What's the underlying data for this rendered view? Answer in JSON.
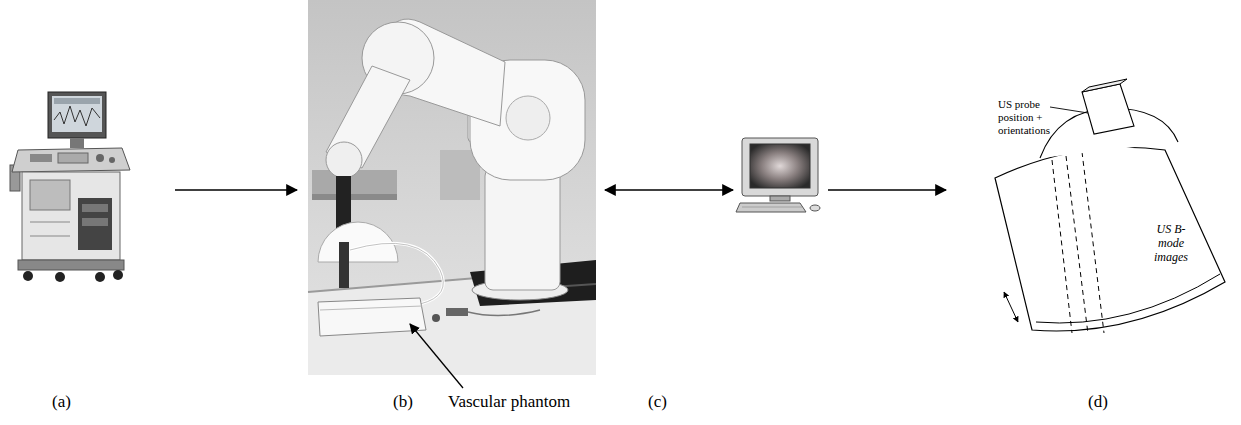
{
  "diagram": {
    "nodes": [
      {
        "text": [
          "(a)"
        ]
      },
      {
        "text": [
          "(b)"
        ]
      },
      {
        "text": [
          "(c)"
        ]
      },
      {
        "text": [
          "(d)"
        ]
      }
    ],
    "edges": [
      {
        "from": 0,
        "to": 1,
        "arrow": "to"
      },
      {
        "from": 1,
        "to": 2,
        "arrow": "both"
      },
      {
        "from": 2,
        "to": 3,
        "arrow": "to"
      }
    ],
    "labels": [
      "Vascular phantom",
      "US probe position + orientations",
      "US B-mode images"
    ]
  }
}
